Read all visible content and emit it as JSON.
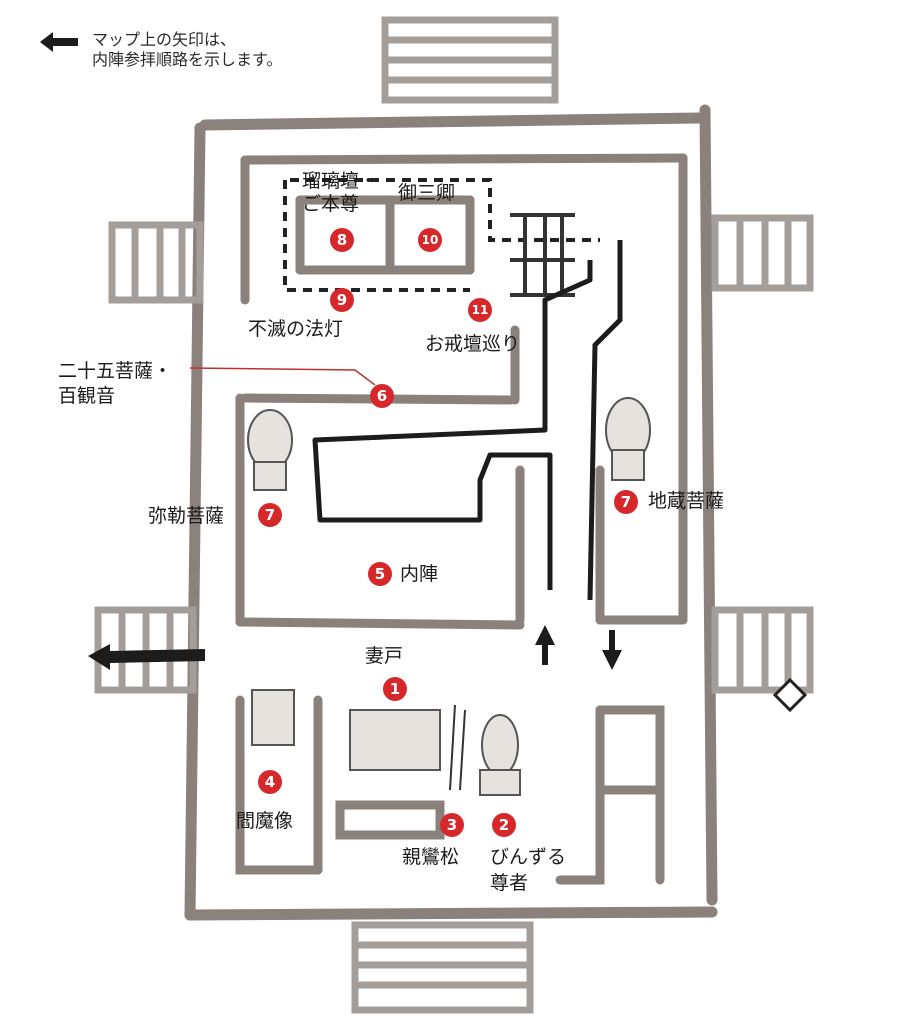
{
  "legend": {
    "line1": "マップ上の矢印は、",
    "line2": "内陣参拝順路を示します。"
  },
  "labels": {
    "rurikoudan": "瑠璃壇・",
    "gohonzon": "ご本尊",
    "gosankyou": "御三卿",
    "fumetsu": "不滅の法灯",
    "okaidan": "お戒壇巡り",
    "nijugo1": "二十五菩薩・",
    "nijugo2": "百観音",
    "miroku": "弥勒菩薩",
    "jizou": "地蔵菩薩",
    "naijin": "内陣",
    "tsumado": "妻戸",
    "enma": "閻魔像",
    "shinranmatsu": "親鸞松",
    "binzuru1": "びんずる",
    "binzuru2": "尊者"
  },
  "markers": {
    "m1": "1",
    "m2": "2",
    "m3": "3",
    "m4": "4",
    "m5": "5",
    "m6": "6",
    "m7a": "7",
    "m7b": "7",
    "m8": "8",
    "m9": "9",
    "m10": "10",
    "m11": "11"
  },
  "colors": {
    "marker": "#d6282b",
    "wall": "#8a807c",
    "stairs": "#a39e9a",
    "route": "#1c1c1c"
  }
}
